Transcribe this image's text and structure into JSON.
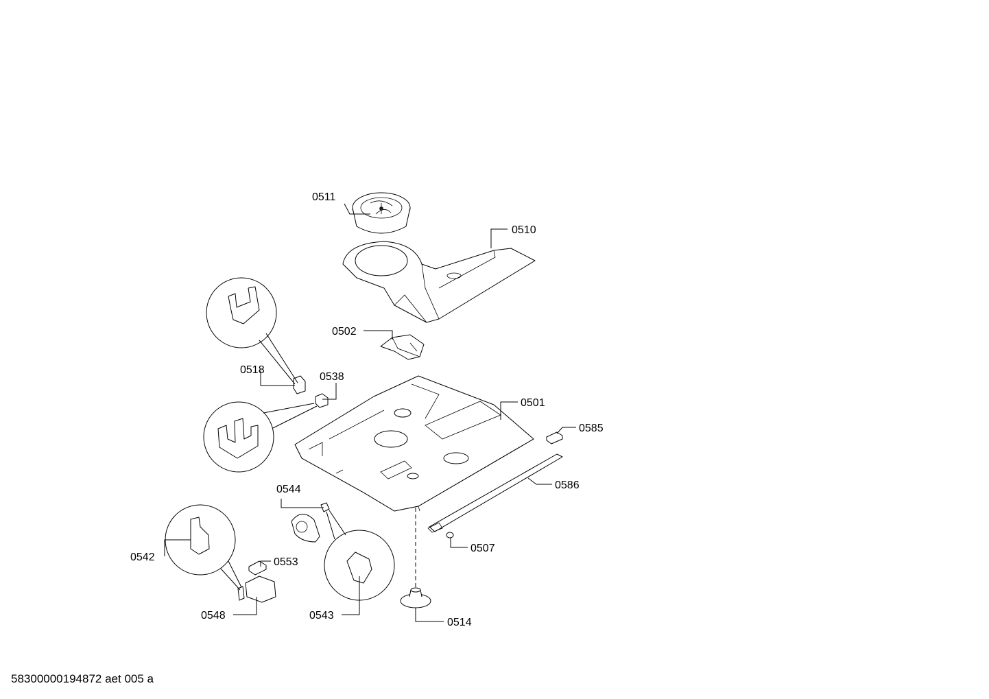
{
  "parts": [
    {
      "id": "0511",
      "label": "0511"
    },
    {
      "id": "0510",
      "label": "0510"
    },
    {
      "id": "0502",
      "label": "0502"
    },
    {
      "id": "0518",
      "label": "0518"
    },
    {
      "id": "0538",
      "label": "0538"
    },
    {
      "id": "0501",
      "label": "0501"
    },
    {
      "id": "0585",
      "label": "0585"
    },
    {
      "id": "0586",
      "label": "0586"
    },
    {
      "id": "0544",
      "label": "0544"
    },
    {
      "id": "0507",
      "label": "0507"
    },
    {
      "id": "0542",
      "label": "0542"
    },
    {
      "id": "0553",
      "label": "0553"
    },
    {
      "id": "0548",
      "label": "0548"
    },
    {
      "id": "0543",
      "label": "0543"
    },
    {
      "id": "0514",
      "label": "0514"
    }
  ],
  "footer": {
    "code": "58300000194872 aet 005 a"
  }
}
